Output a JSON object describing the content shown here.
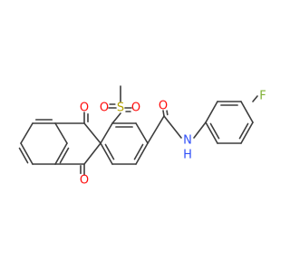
{
  "molecule": {
    "atoms": [
      {
        "id": "O1",
        "symbol": "O",
        "color": "#ff0d0d"
      },
      {
        "id": "O2",
        "symbol": "O",
        "color": "#ff0d0d"
      },
      {
        "id": "S1",
        "symbol": "S",
        "color": "#b5a300"
      },
      {
        "id": "O3",
        "symbol": "O",
        "color": "#ff0d0d"
      },
      {
        "id": "O4",
        "symbol": "O",
        "color": "#ff0d0d"
      },
      {
        "id": "O5",
        "symbol": "O",
        "color": "#ff0d0d"
      },
      {
        "id": "N1",
        "symbol": "N",
        "color": "#3050f8"
      },
      {
        "id": "H1",
        "symbol": "H",
        "color": "#3050f8"
      },
      {
        "id": "F1",
        "symbol": "F",
        "color": "#7fb034"
      }
    ],
    "colors": {
      "bond": "#3d3d3d",
      "oxygen": "#ff0d0d",
      "sulfur": "#b5a300",
      "nitrogen": "#3050f8",
      "fluorine": "#7fb034"
    }
  }
}
